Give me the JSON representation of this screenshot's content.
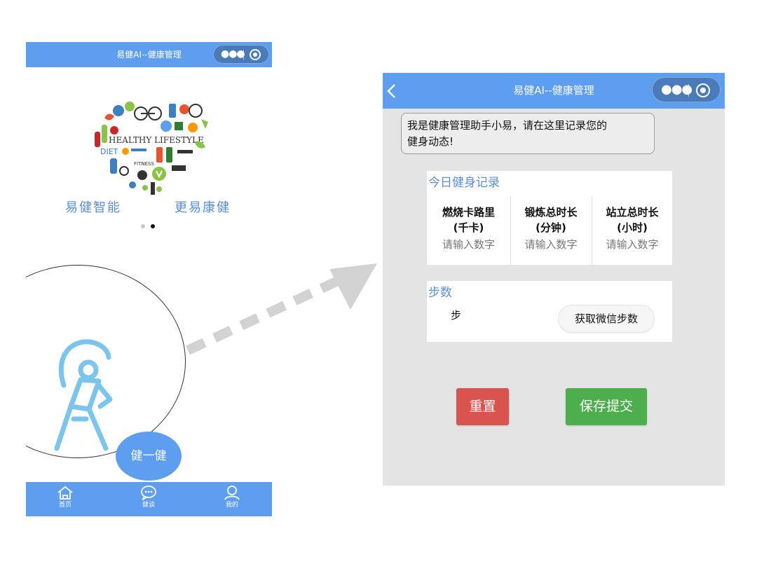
{
  "left_screen": {
    "nav_title": "易健AI--健康管理",
    "banner_words": {
      "healthy_lifestyle": "HEALTHY LIFESTYLE",
      "diet": "DIET",
      "fitness": "FITNESS"
    },
    "slogan_left": "易健智能",
    "slogan_right": "更易康健",
    "carousel": {
      "count": 2,
      "active_index": 1
    },
    "fab_label": "健一健",
    "tabs": [
      {
        "label": "首页",
        "icon": "home-icon"
      },
      {
        "label": "健谈",
        "icon": "chat-bubble-icon"
      },
      {
        "label": "我的",
        "icon": "person-icon"
      }
    ]
  },
  "right_screen": {
    "nav_title": "易健AI--健康管理",
    "bubble_line1": "我是健康管理助手小易，请在这里记录您的",
    "bubble_line2": "健身动态!",
    "today_card": {
      "title": "今日健身记录",
      "metrics": [
        {
          "name": "燃烧卡路里",
          "unit": "(千卡)",
          "placeholder": "请输入数字"
        },
        {
          "name": "锻炼总时长",
          "unit": "(分钟)",
          "placeholder": "请输入数字"
        },
        {
          "name": "站立总时长",
          "unit": "(小时)",
          "placeholder": "请输入数字"
        }
      ]
    },
    "steps_card": {
      "title": "步数",
      "unit": "步",
      "button_label": "获取微信步数"
    },
    "reset_label": "重置",
    "submit_label": "保存提交"
  },
  "colors": {
    "brand_blue": "#5e9ef0",
    "slogan_blue": "#5a8fd6",
    "reset_red": "#d9534f",
    "submit_green": "#4cae4c",
    "page_gray": "#e4e4e4"
  }
}
